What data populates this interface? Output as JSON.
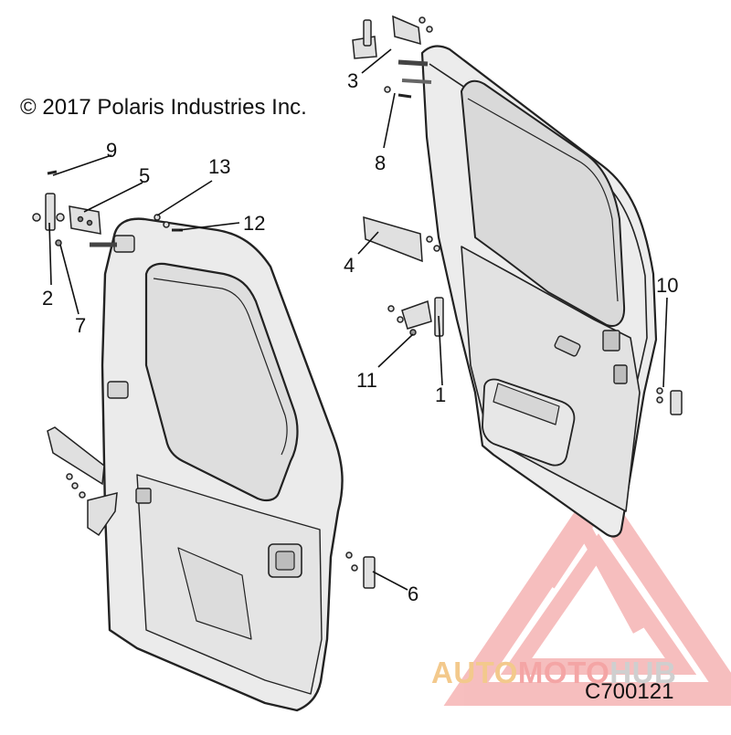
{
  "copyright": "© 2017 Polaris Industries Inc.",
  "figure_id": "C700121",
  "watermark": {
    "part_a": "AUTO",
    "part_b": "MOTO",
    "part_c": "HUB",
    "colors": {
      "auto": "#f3c98c",
      "moto": "#f4a5a5",
      "hub": "#cfcfcf",
      "logo": "#f08a8a"
    }
  },
  "callouts": {
    "c1": "1",
    "c2": "2",
    "c3": "3",
    "c4": "4",
    "c5": "5",
    "c6": "6",
    "c7": "7",
    "c8": "8",
    "c9": "9",
    "c10": "10",
    "c11": "11",
    "c12": "12",
    "c13": "13"
  }
}
